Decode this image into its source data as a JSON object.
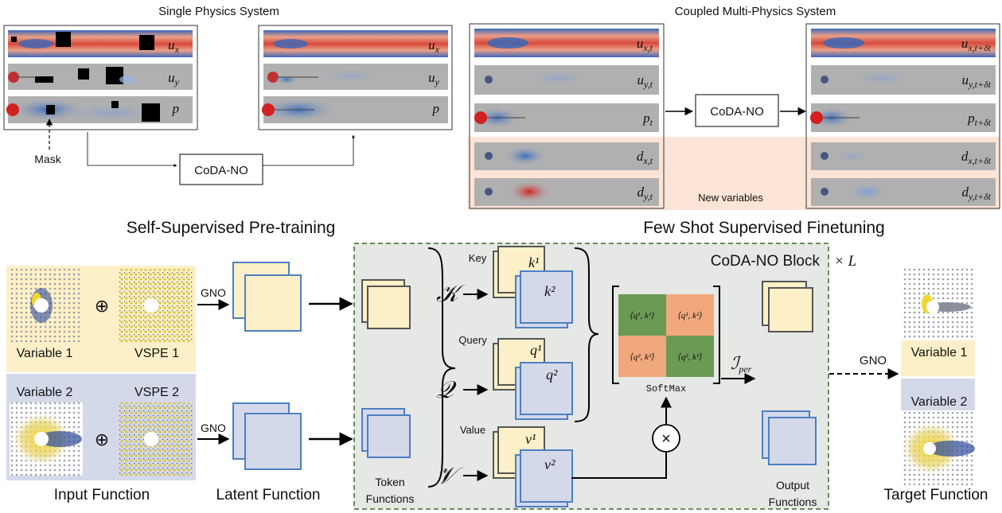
{
  "top": {
    "single_title": "Single Physics System",
    "coupled_title": "Coupled Multi-Physics System",
    "single_vars": [
      "u_x",
      "u_y",
      "p"
    ],
    "coupled_in_vars": [
      {
        "base": "u",
        "sub": "x,t"
      },
      {
        "base": "u",
        "sub": "y,t"
      },
      {
        "base": "p",
        "sub": "t"
      },
      {
        "base": "d",
        "sub": "x,t"
      },
      {
        "base": "d",
        "sub": "y,t"
      }
    ],
    "coupled_out_vars": [
      {
        "base": "u",
        "sub": "x,t+δt"
      },
      {
        "base": "u",
        "sub": "y,t+δt"
      },
      {
        "base": "p",
        "sub": "t+δt"
      },
      {
        "base": "d",
        "sub": "x,t+δt"
      },
      {
        "base": "d",
        "sub": "y,t+δt"
      }
    ],
    "mask_label": "Mask",
    "coda_label": "CoDA-NO",
    "new_variables_label": "New variables"
  },
  "section_titles": {
    "pretraining": "Self-Supervised Pre-training",
    "finetuning": "Few Shot Supervised Finetuning"
  },
  "bottom": {
    "variable1": "Variable 1",
    "vspe1": "VSPE 1",
    "variable2": "Variable 2",
    "vspe2": "VSPE 2",
    "oplus": "⊕",
    "gno": "GNO",
    "input_function": "Input Function",
    "latent_function": "Latent Function",
    "token_functions": [
      "Token",
      "Functions"
    ],
    "block_title": "CoDA-NO Block",
    "times_L": "× L",
    "key": "Key",
    "query": "Query",
    "value": "Value",
    "K": "𝒦",
    "Q": "𝒬",
    "V": "𝒱",
    "k1": "k¹",
    "k2": "k²",
    "q1": "q¹",
    "q2": "q²",
    "v1": "v¹",
    "v2": "v²",
    "attn_cells": [
      "⟨q¹, k¹⟩",
      "⟨q¹, k²⟩",
      "⟨q², k²⟩",
      "⟨q², k¹⟩"
    ],
    "softmax": "SoftMax",
    "times": "×",
    "I_per": "ℐ_per",
    "output_functions": [
      "Output",
      "Functions"
    ],
    "target_function": "Target Function"
  },
  "colors": {
    "cream": "#fdf0c8",
    "lightblue": "#d4d9ea",
    "blue_stroke": "#4d7fc4",
    "block_bg": "#e5e8e5",
    "block_border": "#3a6b2a",
    "attn_green": "#6b9a55",
    "attn_orange": "#f0a87c",
    "new_var_bg": "#fce4d6",
    "field_gray": "#b0b0b0"
  }
}
